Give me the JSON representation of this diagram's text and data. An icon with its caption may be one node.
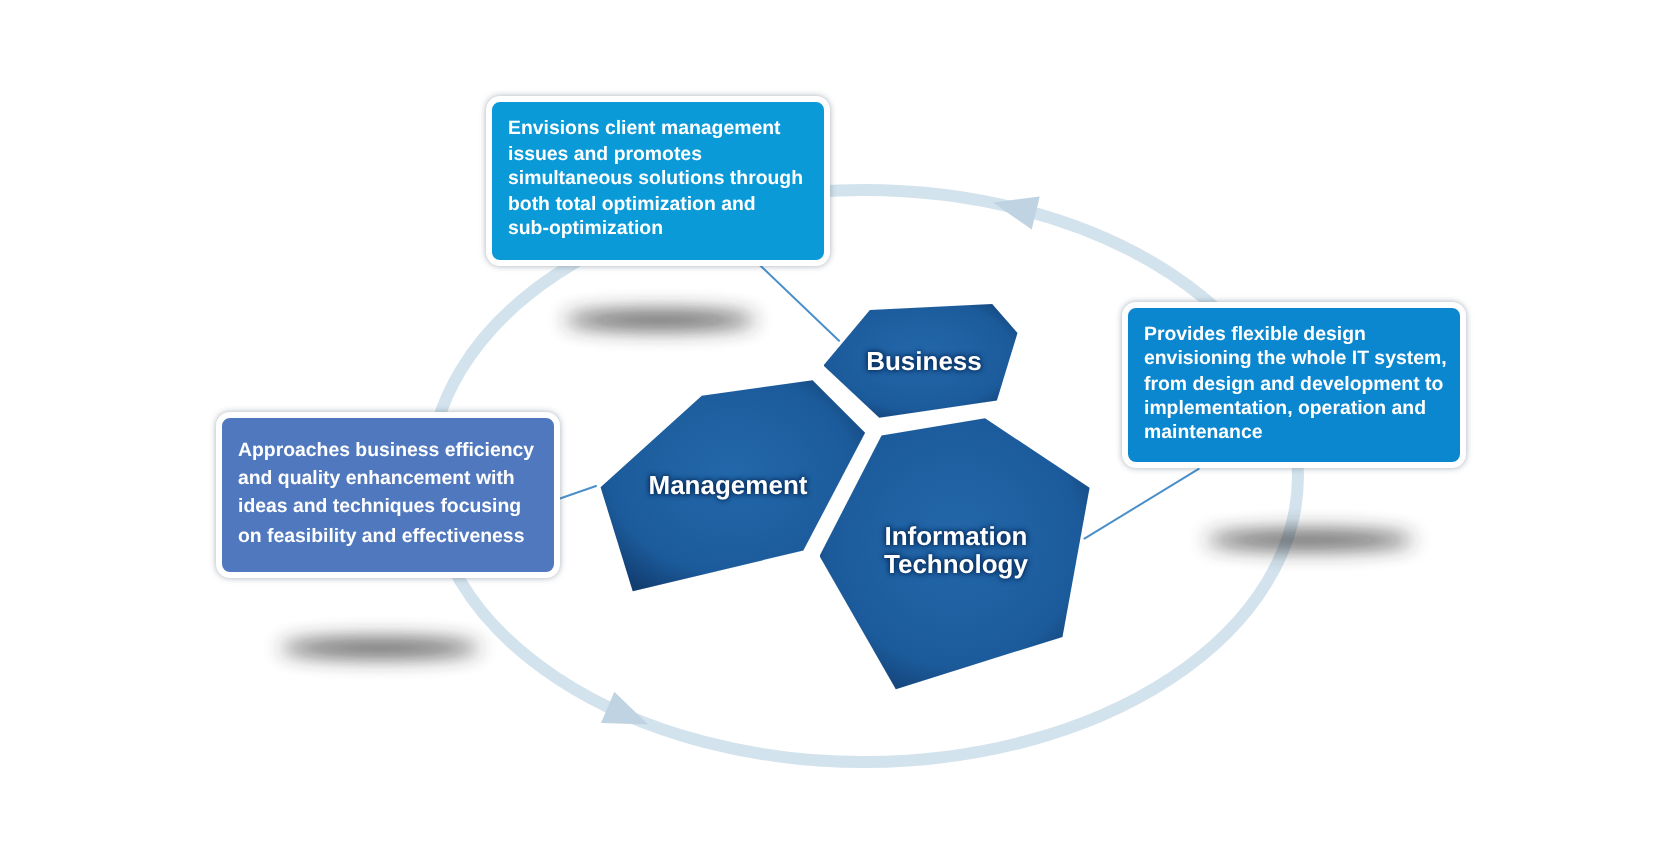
{
  "diagram": {
    "nodes": [
      {
        "text": [
          "Envisions client management issues and promotes simultaneous solutions through both total optimization and sub-optimization"
        ]
      },
      {
        "text": [
          "Provides flexible design envisioning the whole IT system, from design and development to implementation, operation and maintenance"
        ]
      },
      {
        "text": [
          "Approaches business efficiency and quality enhancement with ideas and techniques focusing on feasibility and effectiveness"
        ]
      },
      {
        "text": [
          "Business"
        ]
      },
      {
        "text": [
          "Management"
        ]
      },
      {
        "text": [
          "Information Technology"
        ]
      }
    ],
    "edges": [
      {
        "from": 0,
        "to": 3,
        "arrow": "none"
      },
      {
        "from": 2,
        "to": 4,
        "arrow": "none"
      },
      {
        "from": 1,
        "to": 5,
        "arrow": "none"
      }
    ]
  }
}
